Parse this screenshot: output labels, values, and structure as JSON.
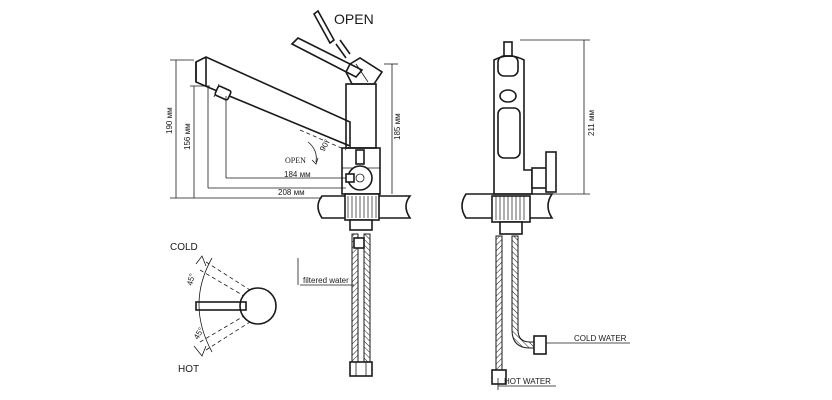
{
  "labels": {
    "open_top": "OPEN",
    "open_small": "OPEN",
    "angle_90": "90°",
    "dim_184": "184 мм",
    "dim_208": "208 мм",
    "dim_190": "190 мм",
    "dim_156": "156 мм",
    "dim_185": "185 мм",
    "dim_211": "211 мм",
    "filtered_water": "filtered water",
    "cold": "COLD",
    "hot": "HOT",
    "angle_45_top": "45°",
    "angle_45_bottom": "45°",
    "cold_water": "COLD WATER",
    "hot_water": "HOT WATER"
  }
}
